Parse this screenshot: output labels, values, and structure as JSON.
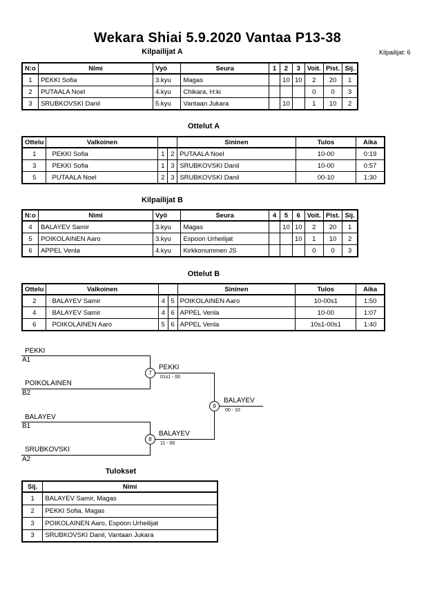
{
  "title": "Wekara Shiai  5.9.2020  Vantaa   P13-38",
  "competitor_count": "Kilpailijat: 6",
  "pool_a": {
    "heading": "Kilpailijat A",
    "headers": [
      "N:o",
      "Nimi",
      "Vyö",
      "Seura",
      "1",
      "2",
      "3",
      "Voit.",
      "Pist.",
      "Sij."
    ],
    "rows": [
      [
        "1",
        "PEKKI Sofia",
        "3.kyu",
        "Magas",
        "",
        "10",
        "10",
        "2",
        "20",
        "1"
      ],
      [
        "2",
        "PUTAALA Noel",
        "4.kyu",
        "Chikara, H:ki",
        "",
        "",
        "",
        "0",
        "0",
        "3"
      ],
      [
        "3",
        "SRUBKOVSKI Danil",
        "5.kyu",
        "Vantaan Jukara",
        "",
        "10",
        "",
        "1",
        "10",
        "2"
      ]
    ]
  },
  "matches_a": {
    "heading": "Ottelut A",
    "headers": [
      "Ottelu",
      "Valkoinen",
      "",
      "",
      "Sininen",
      "Tulos",
      "Aika"
    ],
    "rows": [
      [
        "1",
        "PEKKI Sofia",
        "1",
        "2",
        "PUTAALA Noel",
        "10-00",
        "0:19"
      ],
      [
        "3",
        "PEKKI Sofia",
        "1",
        "3",
        "SRUBKOVSKI Danil",
        "10-00",
        "0:57"
      ],
      [
        "5",
        "PUTAALA Noel",
        "2",
        "3",
        "SRUBKOVSKI Danil",
        "00-10",
        "1:30"
      ]
    ]
  },
  "pool_b": {
    "heading": "Kilpailijat B",
    "headers": [
      "N:o",
      "Nimi",
      "Vyö",
      "Seura",
      "4",
      "5",
      "6",
      "Voit.",
      "Pist.",
      "Sij."
    ],
    "rows": [
      [
        "4",
        "BALAYEV Samir",
        "3.kyu",
        "Magas",
        "",
        "10",
        "10",
        "2",
        "20",
        "1"
      ],
      [
        "5",
        "POIKOLAINEN Aaro",
        "3.kyu",
        "Espoon Urheilijat",
        "",
        "",
        "10",
        "1",
        "10",
        "2"
      ],
      [
        "6",
        "APPEL Venla",
        "4.kyu",
        "Kirkkonummen JS",
        "",
        "",
        "",
        "0",
        "0",
        "3"
      ]
    ]
  },
  "matches_b": {
    "heading": "Ottelut B",
    "headers": [
      "Ottelu",
      "Valkoinen",
      "",
      "",
      "Sininen",
      "Tulos",
      "Aika"
    ],
    "rows": [
      [
        "2",
        "BALAYEV Samir",
        "4",
        "5",
        "POIKOLAINEN Aaro",
        "10-00s1",
        "1:50"
      ],
      [
        "4",
        "BALAYEV Samir",
        "4",
        "6",
        "APPEL Venla",
        "10-00",
        "1:07"
      ],
      [
        "6",
        "POIKOLAINEN Aaro",
        "5",
        "6",
        "APPEL Venla",
        "10s1-00s1",
        "1:40"
      ]
    ]
  },
  "bracket": {
    "s1_top_name": "PEKKI",
    "s1_top_seed": "A1",
    "s1_bot_name": "POIKOLAINEN",
    "s1_bot_seed": "B2",
    "s1_match": "7",
    "s1_winner": "PEKKI",
    "s1_score": "01s1 - 00",
    "s2_top_name": "BALAYEV",
    "s2_top_seed": "B1",
    "s2_bot_name": "SRUBKOVSKI",
    "s2_bot_seed": "A2",
    "s2_match": "8",
    "s2_winner": "BALAYEV",
    "s2_score": "11 - 00",
    "final_match": "9",
    "final_winner": "BALAYEV",
    "final_score": "00 - 10"
  },
  "results": {
    "heading": "Tulokset",
    "headers": [
      "Sij.",
      "Nimi"
    ],
    "rows": [
      [
        "1",
        "BALAYEV Samir, Magas"
      ],
      [
        "2",
        "PEKKI Sofia, Magas"
      ],
      [
        "3",
        "POIKOLAINEN Aaro, Espoon Urheilijat"
      ],
      [
        "3",
        "SRUBKOVSKI Danil, Vantaan Jukara"
      ]
    ]
  }
}
